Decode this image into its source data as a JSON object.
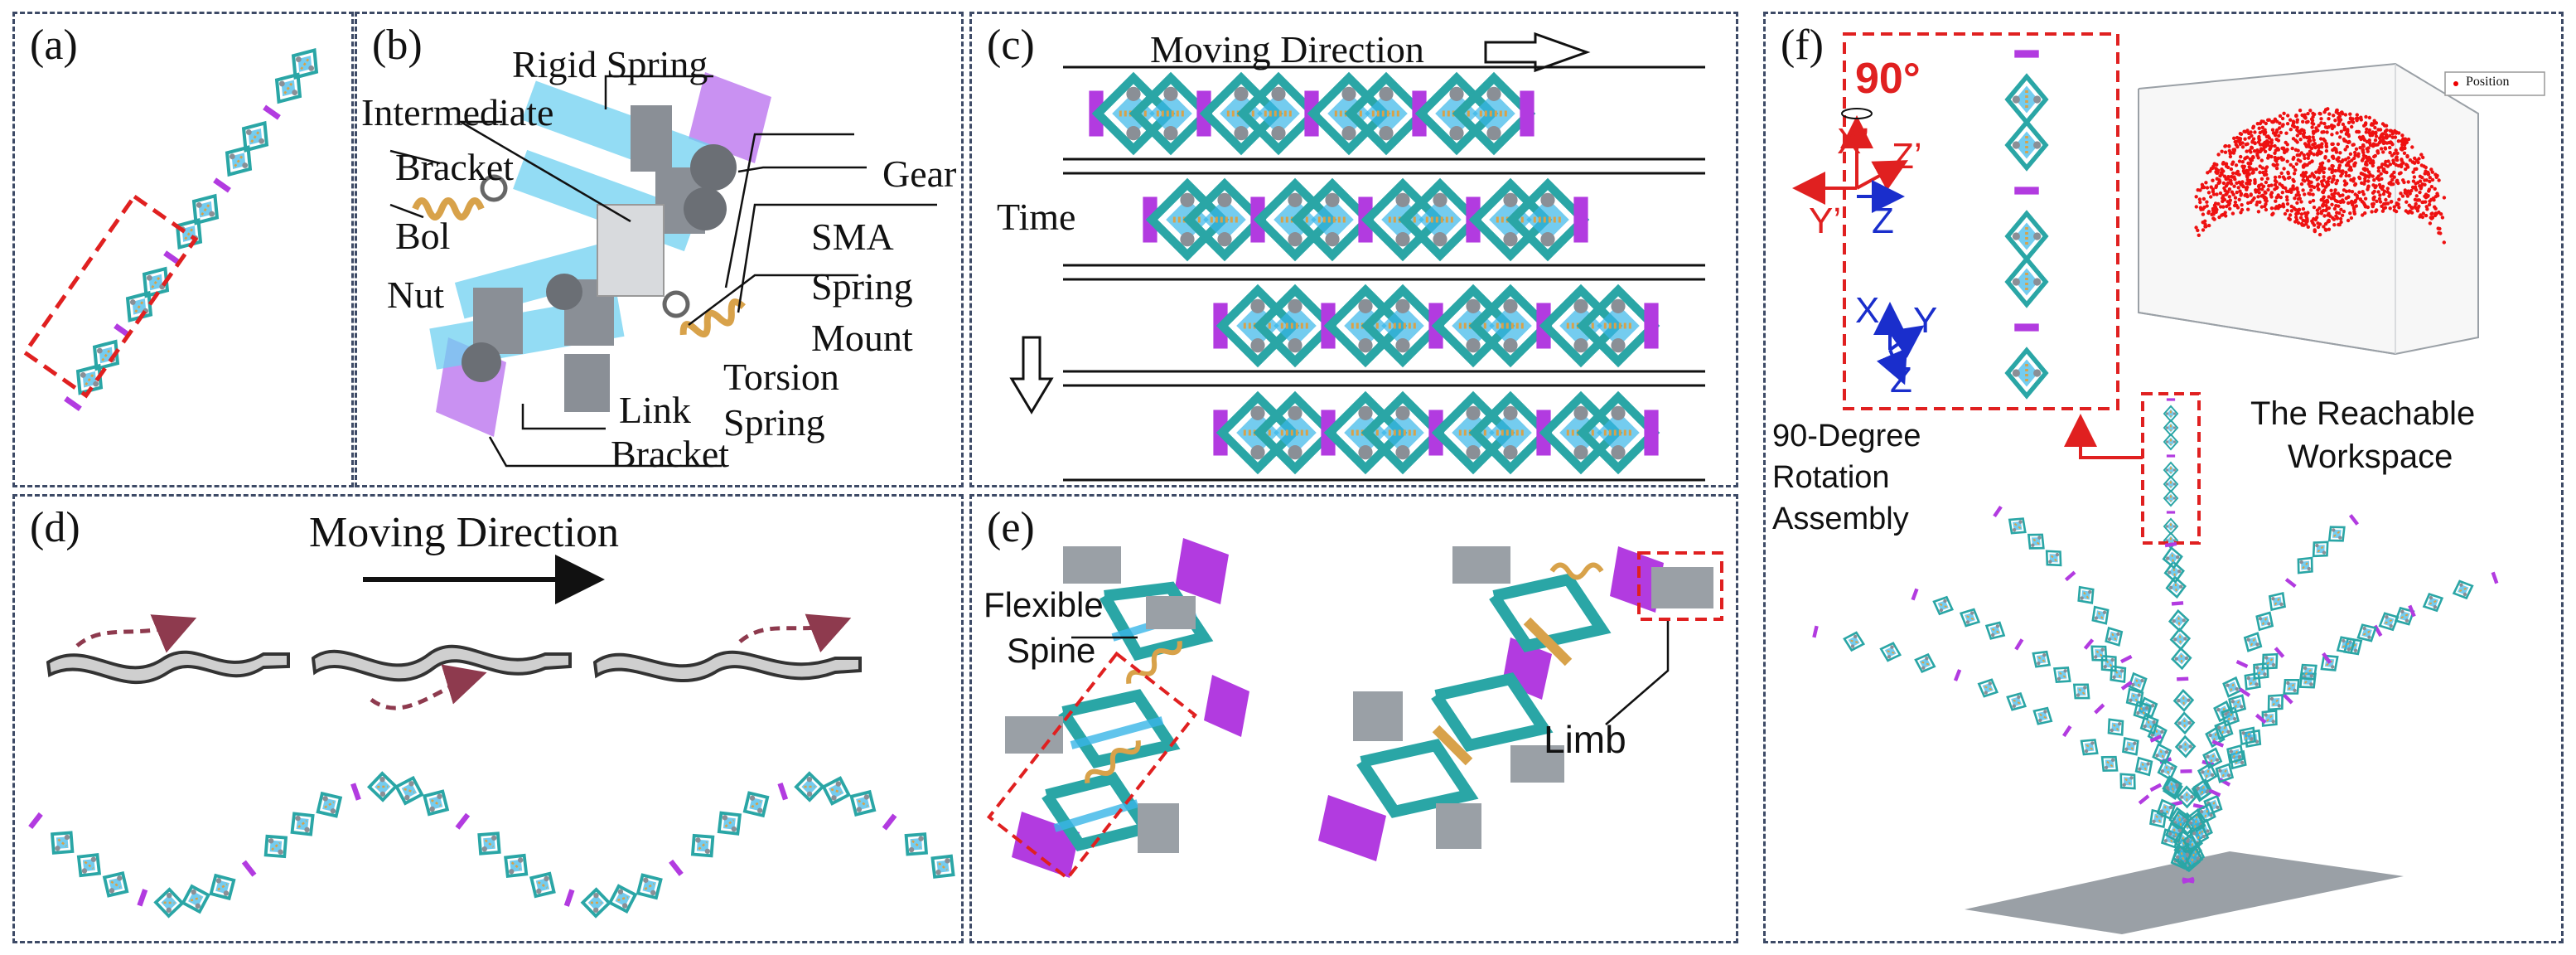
{
  "panels": {
    "a": {
      "label": "(a)"
    },
    "b": {
      "label": "(b)",
      "parts": {
        "rigid_spring": "Rigid Spring",
        "intermediate": "Intermediate",
        "bracket_top": "Bracket",
        "gear": "Gear",
        "bolt": "Bol",
        "nut": "Nut",
        "sma": "SMA",
        "spring": "Spring",
        "mount": "Mount",
        "torsion": "Torsion",
        "spring2": "Spring",
        "link": "Link",
        "bracket_bottom": "Bracket"
      }
    },
    "c": {
      "label": "(c)",
      "moving_direction": "Moving Direction",
      "time": "Time"
    },
    "d": {
      "label": "(d)",
      "moving_direction": "Moving Direction"
    },
    "e": {
      "label": "(e)",
      "flexible": "Flexible",
      "spine": "Spine",
      "limb": "Limb"
    },
    "f": {
      "label": "(f)",
      "angle": "90°",
      "axes": {
        "x_prime": "X’",
        "z_prime": "Z’",
        "y_prime": "Y’",
        "z": "Z",
        "x": "X",
        "y": "Y",
        "z2": "Z"
      },
      "rotation_line1": "90-Degree",
      "rotation_line2": "Rotation",
      "rotation_line3": "Assembly",
      "workspace_line1": "The Reachable",
      "workspace_line2": "Workspace",
      "legend": "Position"
    }
  },
  "colors": {
    "border": "#3d4a66",
    "red": "#e02020",
    "teal": "#2aa6a6",
    "cyan": "#39b6e8",
    "purple": "#b23be0",
    "spring": "#d8a24a",
    "gray": "#8a8f96",
    "blue": "#1a2ecc"
  }
}
